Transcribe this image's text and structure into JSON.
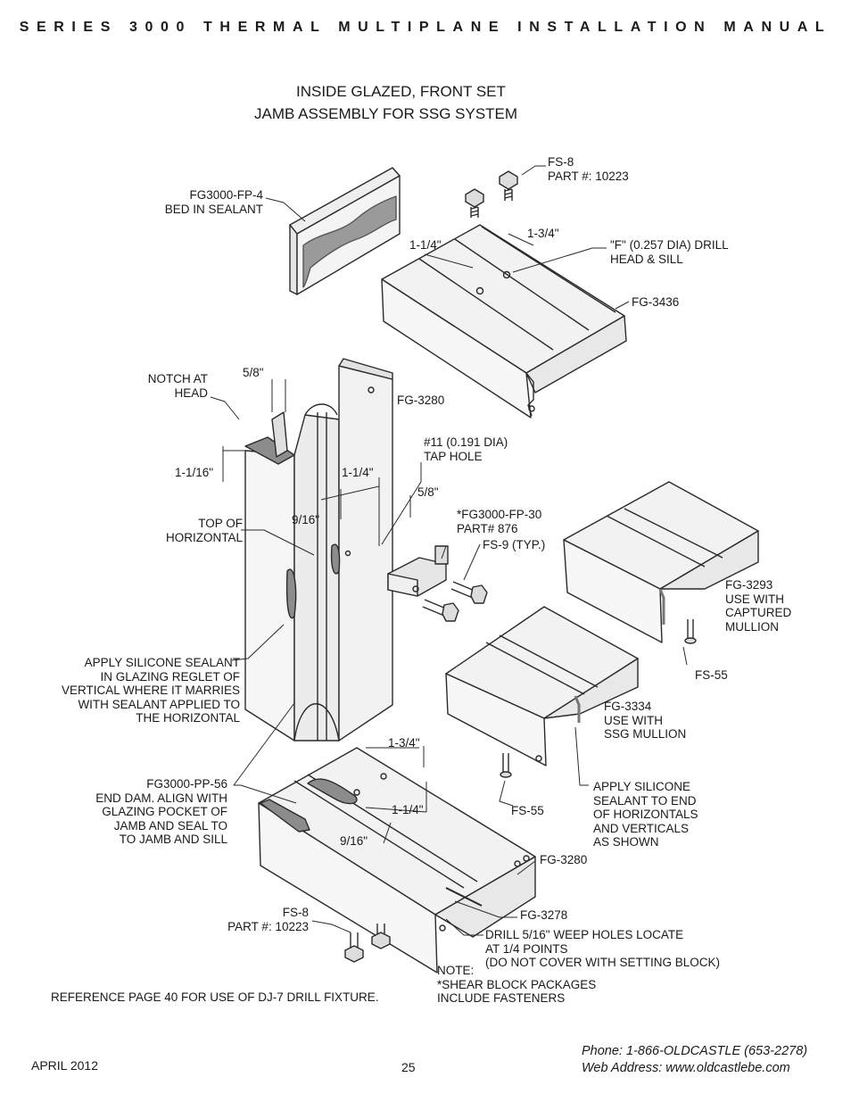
{
  "header": "SERIES 3000 THERMAL MULTIPLANE INSTALLATION MANUAL",
  "title": {
    "line1": "INSIDE GLAZED, FRONT SET",
    "line2": "JAMB ASSEMBLY FOR SSG SYSTEM"
  },
  "labels": {
    "fs8_top": "FS-8\nPART #: 10223",
    "fg3000_fp4": "FG3000-FP-4\nBED IN SEALANT",
    "dim_34_top": "1-3/4\"",
    "dim_14_top": "1-1/4\"",
    "f_drill": "\"F\" (0.257 DIA) DRILL\nHEAD & SILL",
    "fg3436": "FG-3436",
    "notch": "NOTCH AT\nHEAD",
    "dim_58": "5/8\"",
    "fg3280_top": "FG-3280",
    "tap_hole": "#11 (0.191 DIA)\nTAP HOLE",
    "dim_1116": "1-1/16\"",
    "dim_14_mid": "1-1/4\"",
    "dim_58_b": "5/8\"",
    "fp30": "*FG3000-FP-30\nPART# 876",
    "fs9": "FS-9 (TYP.)",
    "top_of": "TOP OF\nHORIZONTAL",
    "dim_916": "9/16\"",
    "fg3293": "FG-3293\nUSE WITH\nCAPTURED\nMULLION",
    "apply_vert": "APPLY SILICONE SEALANT\nIN GLAZING REGLET OF\nVERTICAL WHERE IT MARRIES\nWITH SEALANT APPLIED TO\nTHE HORIZONTAL",
    "fs55_r": "FS-55",
    "fg3334": "FG-3334\nUSE WITH\nSSG MULLION",
    "dim_34_bot": "1-3/4\"",
    "fp56": "FG3000-PP-56\nEND DAM. ALIGN WITH\nGLAZING POCKET OF\nJAMB AND SEAL TO\nTO JAMB AND SILL",
    "apply_horiz": "APPLY SILICONE\nSEALANT TO END\nOF HORIZONTALS\nAND VERTICALS\nAS SHOWN",
    "fs55_l": "FS-55",
    "dim_14_bot": "1-1/4\"",
    "dim_916_bot": "9/16\"",
    "fg3280_bot": "FG-3280",
    "fs8_bot": "FS-8\nPART #: 10223",
    "fg3278": "FG-3278",
    "weep": "DRILL 5/16\" WEEP HOLES LOCATE\nAT 1/4 POINTS\n(DO NOT COVER WITH SETTING BLOCK)",
    "note": "NOTE:\n*SHEAR BLOCK PACKAGES\nINCLUDE FASTENERS",
    "reference": "REFERENCE PAGE 40 FOR USE OF DJ-7 DRILL FIXTURE."
  },
  "footer": {
    "date": "APRIL 2012",
    "page": "25",
    "phone": "Phone: 1-866-OLDCASTLE (653-2278)",
    "web": "Web Address: www.oldcastlebe.com"
  }
}
